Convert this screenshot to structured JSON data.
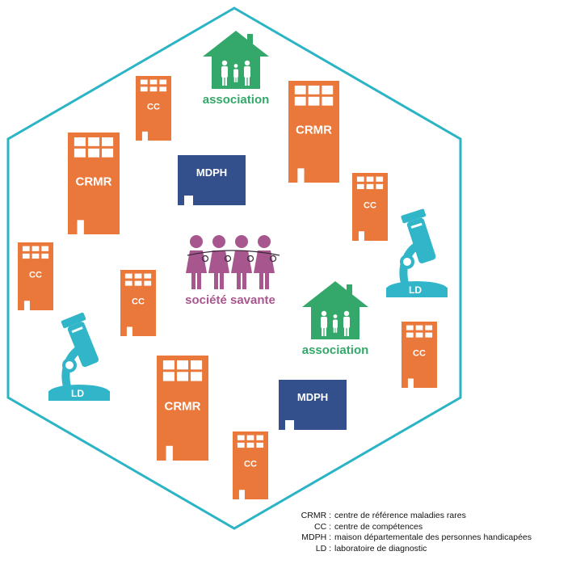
{
  "colors": {
    "hexagon": "#2bb4c6",
    "building": "#e9783a",
    "mdph": "#34508c",
    "association": "#34a86a",
    "societe": "#a8578e",
    "microscope": "#31b6c9"
  },
  "labels": {
    "crmr": "CRMR",
    "cc": "CC",
    "mdph": "MDPH",
    "ld": "LD",
    "association": "association",
    "societe": "société savante"
  },
  "legend": [
    {
      "key": "CRMR :",
      "text": "centre de référence maladies rares"
    },
    {
      "key": "CC :",
      "text": "centre de compétences"
    },
    {
      "key": "MDPH :",
      "text": "maison départementale des personnes handicapées"
    },
    {
      "key": "LD :",
      "text": "laboratoire de diagnostic"
    }
  ]
}
